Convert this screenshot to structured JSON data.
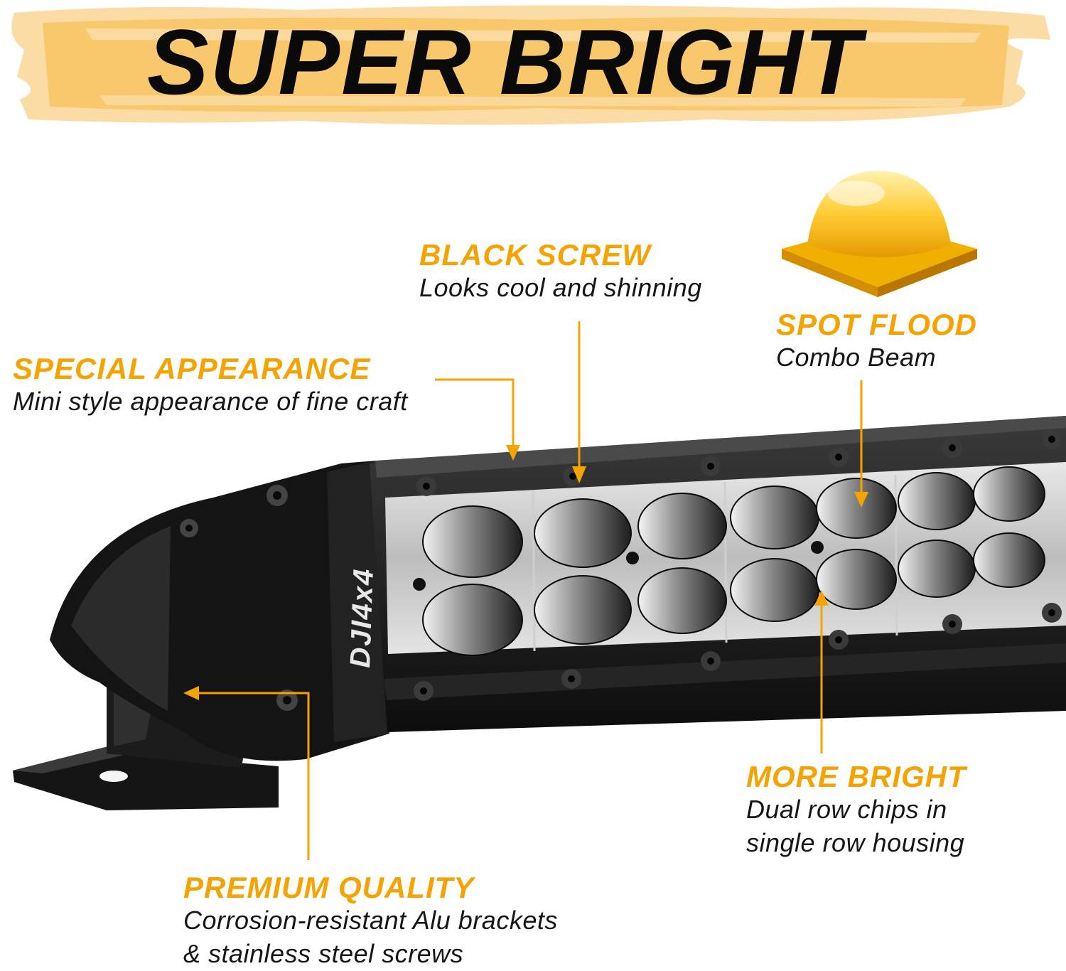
{
  "headline": "SUPER BRIGHT",
  "brand_mark": "DJI4x4",
  "colors": {
    "accent": "#f5a300",
    "brush": "#f8c05a",
    "housing": "#111111",
    "text": "#161616"
  },
  "callouts": {
    "black_screw": {
      "title": "BLACK SCREW",
      "desc": "Looks cool and shinning"
    },
    "spot_flood": {
      "title": "SPOT FLOOD",
      "desc": "Combo Beam"
    },
    "special_appearance": {
      "title": "SPECIAL APPEARANCE",
      "desc": "Mini style appearance of fine craft"
    },
    "more_bright": {
      "title": "MORE BRIGHT",
      "desc_line1": "Dual row chips in",
      "desc_line2": "single row housing"
    },
    "premium_quality": {
      "title": "PREMIUM QUALITY",
      "desc_line1": "Corrosion-resistant Alu brackets",
      "desc_line2": "& stainless steel screws"
    }
  }
}
